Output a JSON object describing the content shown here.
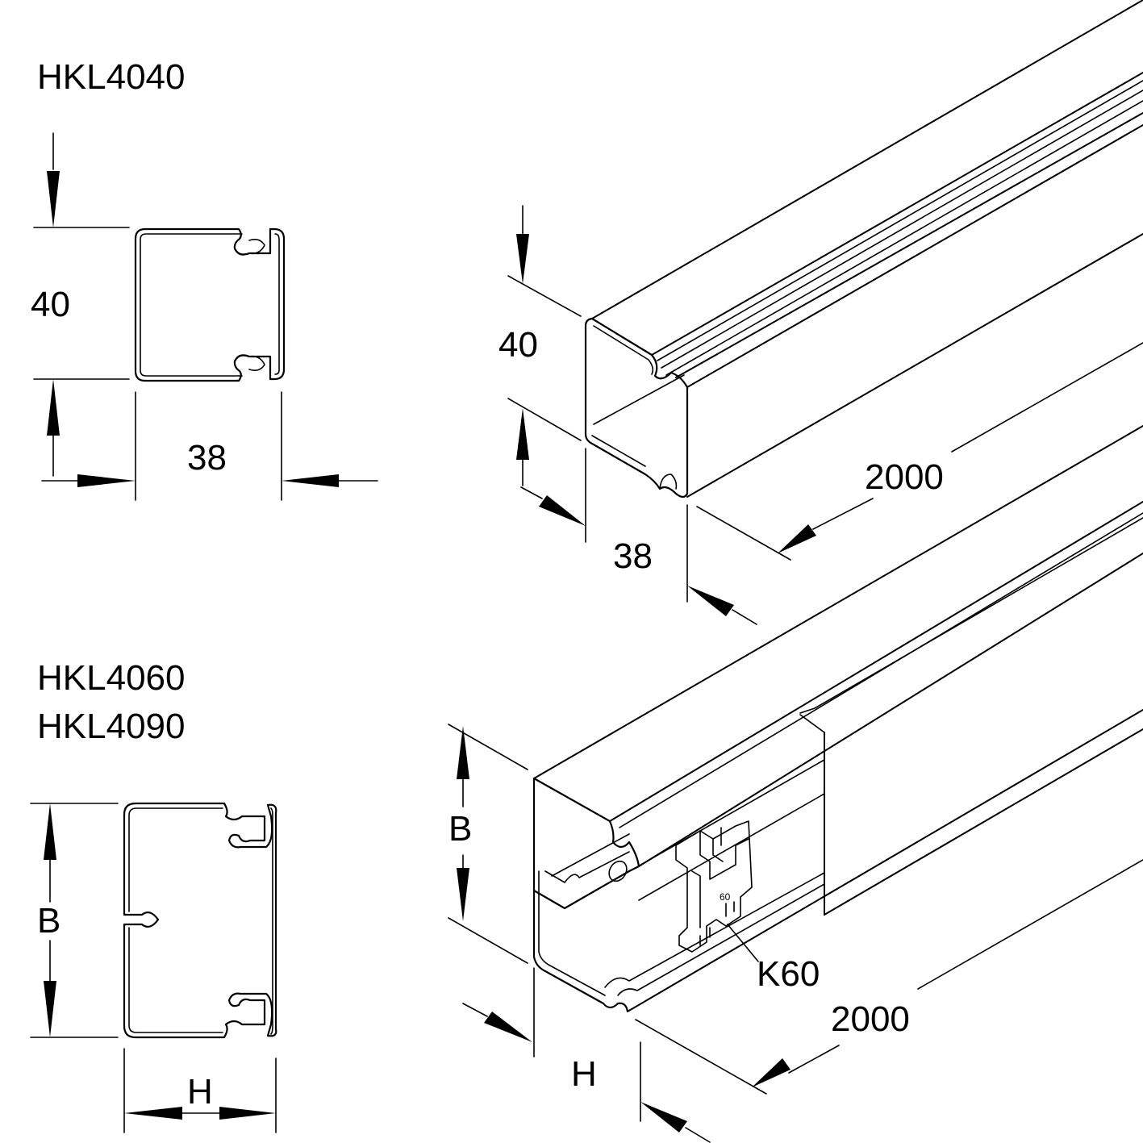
{
  "labels": {
    "model_1": "HKL4040",
    "model_2_line1": "HKL4060",
    "model_2_line2": "HKL4090",
    "dim_40": "40",
    "dim_38": "38",
    "dim_2000": "2000",
    "dim_B": "B",
    "dim_H": "H",
    "clip": "K60",
    "clip_mark": "60"
  }
}
